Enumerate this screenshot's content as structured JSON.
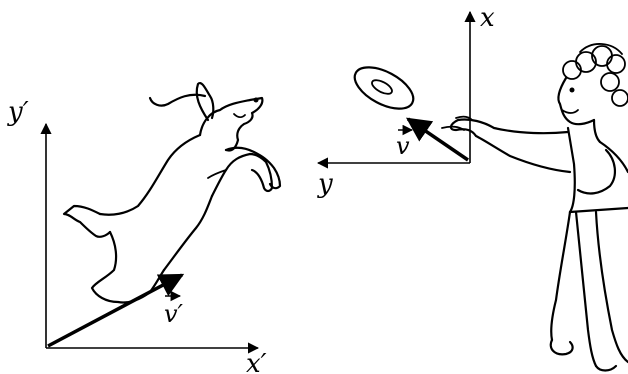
{
  "left_frame": {
    "y_axis_label": "y′",
    "x_axis_label": "x′",
    "velocity_label": "v′"
  },
  "right_frame": {
    "x_axis_label": "x",
    "y_axis_label": "y",
    "velocity_label": "v"
  },
  "colors": {
    "ink": "#000000",
    "background": "#ffffff"
  }
}
